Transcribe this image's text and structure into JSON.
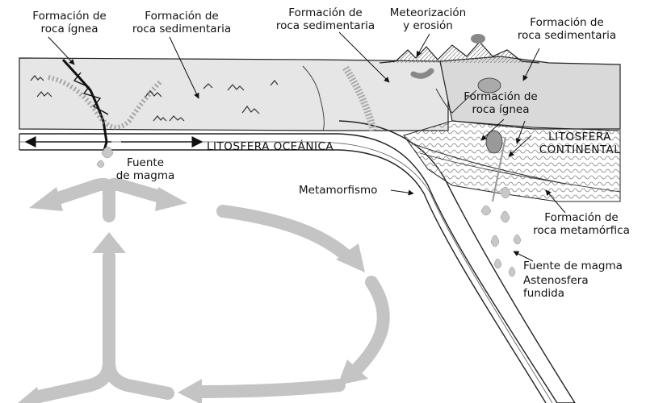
{
  "labels": {
    "igneous_left": "Formación de\nroca ígnea",
    "sedimentary_left": "Formación de\nroca sedimentaria",
    "sedimentary_mid": "Formación de\nroca sedimentaria",
    "weathering": "Meteorización\ny erosión",
    "sedimentary_right": "Formación de\nroca sedimentaria",
    "igneous_right": "Formación de\nroca ígnea",
    "oceanic_lithosphere": "LITOSFERA OCEÁNICA",
    "continental_lithosphere": "LITOSFERA\nCONTINENTAL",
    "magma_source_left": "Fuente\nde magma",
    "metamorphism": "Metamorfismo",
    "metamorphic": "Formación de\nroca metamórfica",
    "magma_source_right": "Fuente de magma",
    "asthenosphere": "Astenosfera\nfundida"
  },
  "colors": {
    "plate_fill": "#e6e6e6",
    "continent_fill": "#d9d9d9",
    "arrow_gray": "#c4c4c4",
    "ink": "#111111"
  }
}
